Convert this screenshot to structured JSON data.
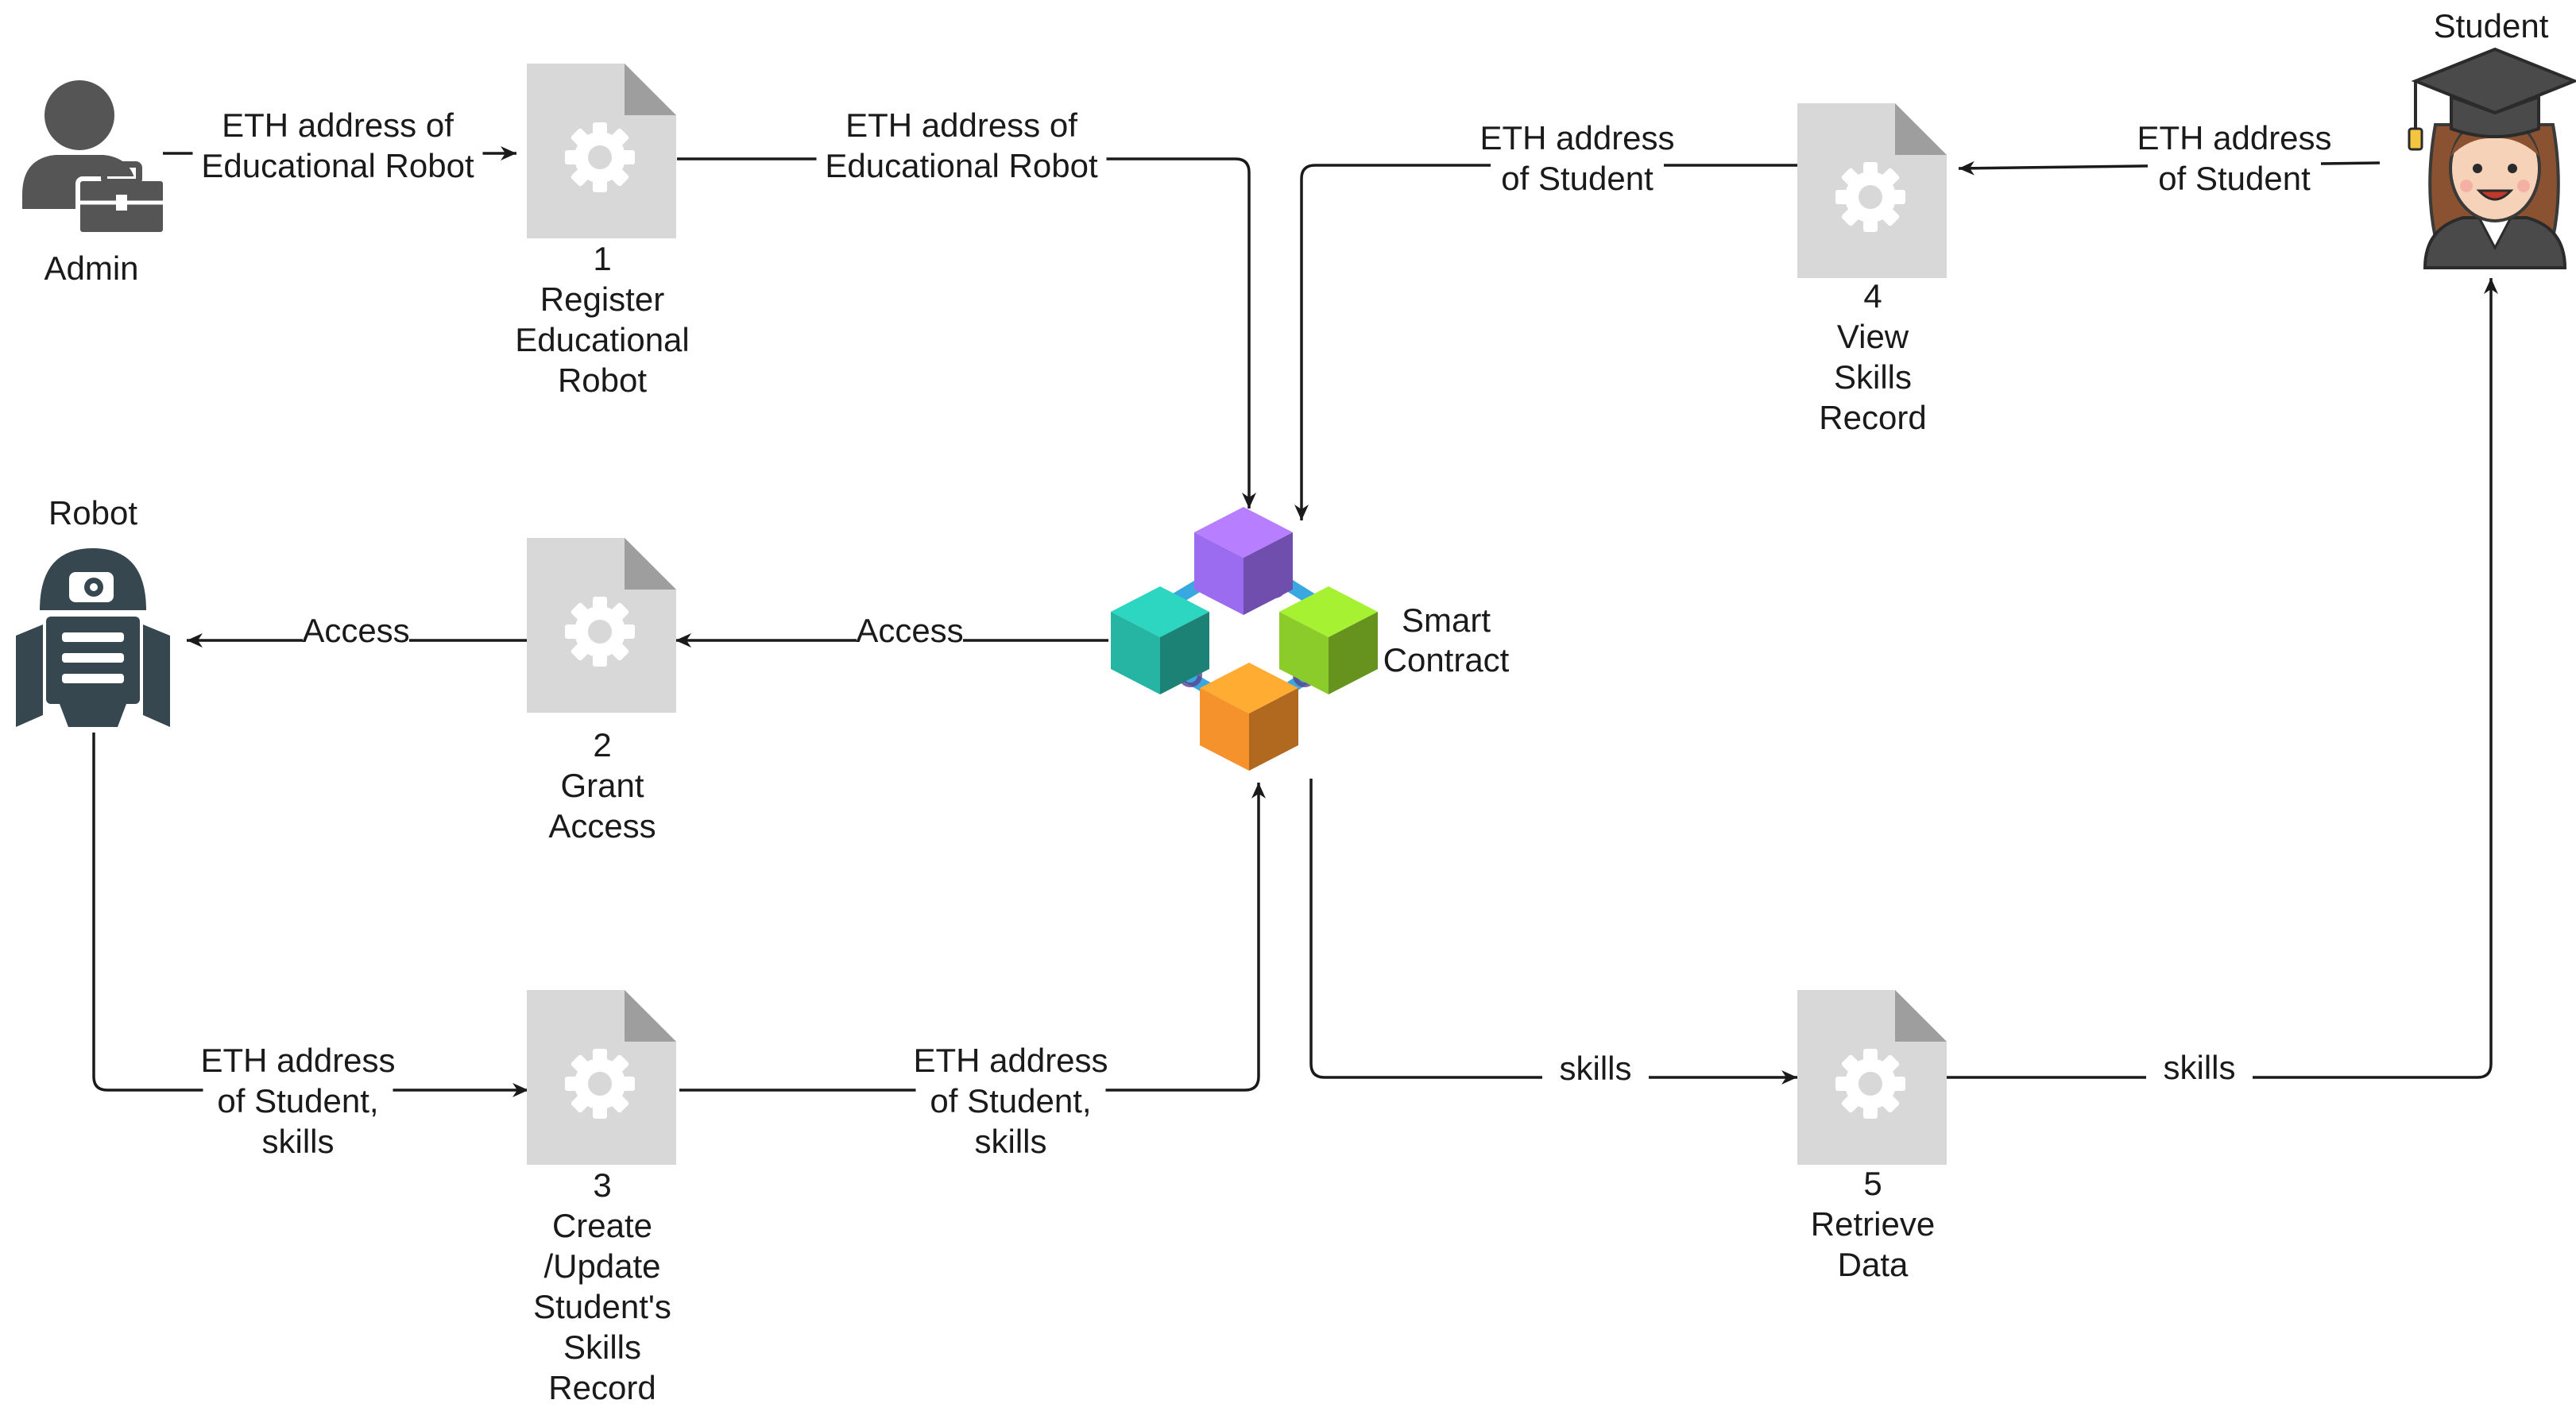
{
  "actors": {
    "admin": {
      "label": "Admin",
      "icon": "admin-briefcase-icon"
    },
    "robot": {
      "label": "Robot",
      "icon": "robot-icon"
    },
    "student": {
      "label": "Student",
      "icon": "graduate-student-icon"
    },
    "smart_contract": {
      "label_lines": [
        "Smart",
        "Contract"
      ],
      "icon": "blockchain-cubes-icon"
    }
  },
  "processes": [
    {
      "id": "p1",
      "icon": "document-gear-icon",
      "lines": [
        "1",
        "Register",
        "Educational",
        "Robot"
      ]
    },
    {
      "id": "p2",
      "icon": "document-gear-icon",
      "lines": [
        "2",
        "Grant",
        "Access"
      ]
    },
    {
      "id": "p3",
      "icon": "document-gear-icon",
      "lines": [
        "3",
        "Create",
        "/Update",
        "Student's",
        "Skills",
        "Record"
      ]
    },
    {
      "id": "p4",
      "icon": "document-gear-icon",
      "lines": [
        "4",
        "View",
        "Skills",
        "Record"
      ]
    },
    {
      "id": "p5",
      "icon": "document-gear-icon",
      "lines": [
        "5",
        "Retrieve",
        "Data"
      ]
    }
  ],
  "edges": [
    {
      "id": "admin-to-p1",
      "lines": [
        "ETH address of",
        "Educational Robot"
      ]
    },
    {
      "id": "p1-to-contract",
      "lines": [
        "ETH address of",
        "Educational Robot"
      ]
    },
    {
      "id": "contract-to-p2",
      "lines": [
        "Access"
      ]
    },
    {
      "id": "p2-to-robot",
      "lines": [
        "Access"
      ]
    },
    {
      "id": "robot-to-p3",
      "lines": [
        "ETH address",
        "of Student,",
        "skills"
      ]
    },
    {
      "id": "p3-to-contract",
      "lines": [
        "ETH address",
        "of Student,",
        "skills"
      ]
    },
    {
      "id": "student-to-p4",
      "lines": [
        "ETH address",
        "of Student"
      ]
    },
    {
      "id": "p4-to-contract",
      "lines": [
        "ETH address",
        "of Student"
      ]
    },
    {
      "id": "contract-to-p5",
      "lines": [
        "skills"
      ]
    },
    {
      "id": "p5-to-student",
      "lines": [
        "skills"
      ]
    }
  ],
  "colors": {
    "document_fill": "#d8d8d8",
    "document_fold": "#9e9e9e",
    "person_gray": "#555555",
    "robot_dark": "#37474f",
    "cube_purple": "#9b6cf0",
    "cube_teal": "#26b5a3",
    "cube_green": "#8ccc2a",
    "cube_orange": "#f5922b",
    "connector_blue": "#3aa8e0",
    "student_hair": "#8a5230",
    "student_skin": "#f6d3b8",
    "tassel_yellow": "#f5c542"
  }
}
